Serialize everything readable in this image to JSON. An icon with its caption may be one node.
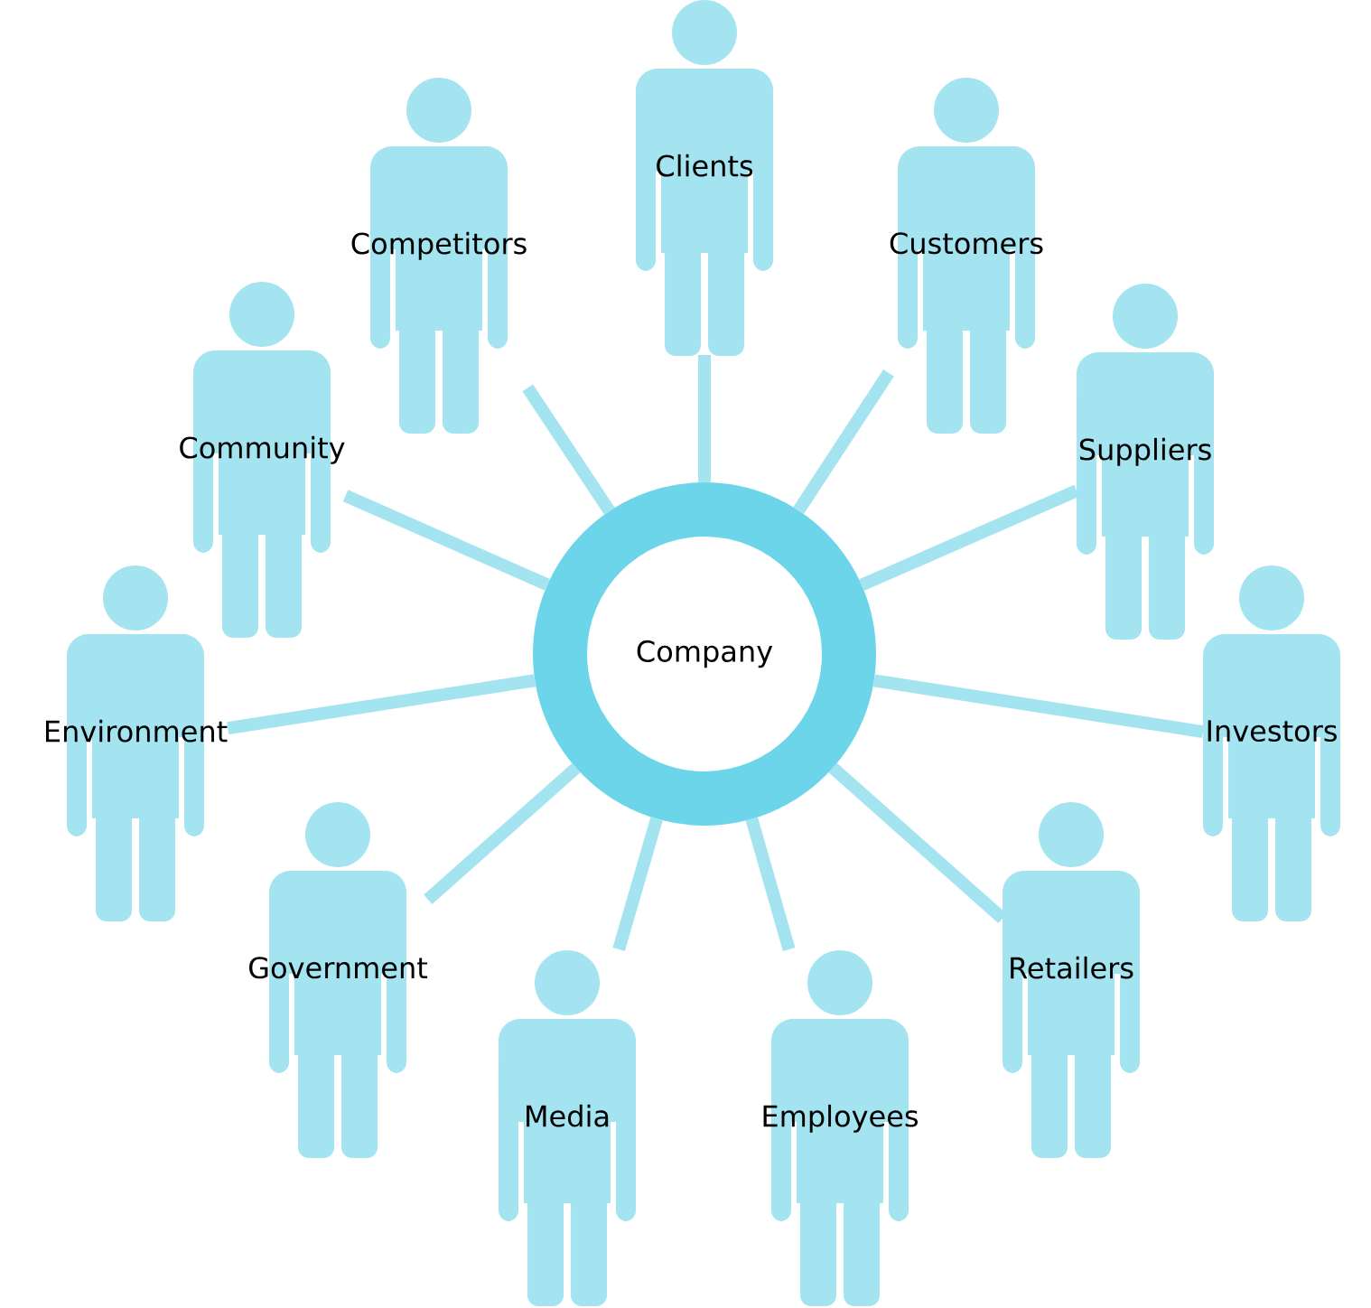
{
  "diagram": {
    "nodes": [
      {
        "text": [
          "Company"
        ]
      },
      {
        "text": [
          "Clients"
        ]
      },
      {
        "text": [
          "Competitors"
        ]
      },
      {
        "text": [
          "Customers"
        ]
      },
      {
        "text": [
          "Community"
        ]
      },
      {
        "text": [
          "Suppliers"
        ]
      },
      {
        "text": [
          "Environment"
        ]
      },
      {
        "text": [
          "Investors"
        ]
      },
      {
        "text": [
          "Government"
        ]
      },
      {
        "text": [
          "Retailers"
        ]
      },
      {
        "text": [
          "Media"
        ]
      },
      {
        "text": [
          "Employees"
        ]
      }
    ],
    "edges": [
      {
        "from": 0,
        "to": 1,
        "arrow": "none"
      },
      {
        "from": 0,
        "to": 2,
        "arrow": "none"
      },
      {
        "from": 0,
        "to": 3,
        "arrow": "none"
      },
      {
        "from": 0,
        "to": 4,
        "arrow": "none"
      },
      {
        "from": 0,
        "to": 5,
        "arrow": "none"
      },
      {
        "from": 0,
        "to": 6,
        "arrow": "none"
      },
      {
        "from": 0,
        "to": 7,
        "arrow": "none"
      },
      {
        "from": 0,
        "to": 8,
        "arrow": "none"
      },
      {
        "from": 0,
        "to": 9,
        "arrow": "none"
      },
      {
        "from": 0,
        "to": 10,
        "arrow": "none"
      },
      {
        "from": 0,
        "to": 11,
        "arrow": "none"
      }
    ]
  }
}
